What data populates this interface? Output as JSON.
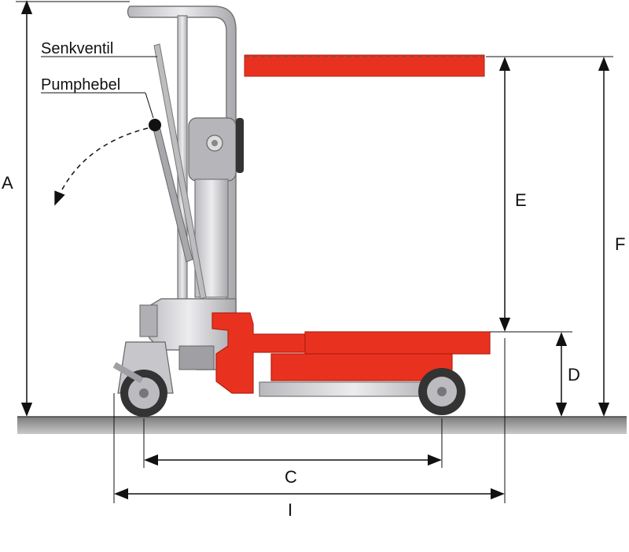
{
  "labels": {
    "lowering_valve": "Senkventil",
    "pump_lever": "Pumphebel"
  },
  "dimensions": {
    "A": "A",
    "C": "C",
    "D": "D",
    "E": "E",
    "F": "F",
    "I": "I"
  },
  "colors": {
    "platform_red": "#e8321f",
    "platform_dark": "#b5200f",
    "frame_gray": "#cfcfd2",
    "frame_dark": "#8a8a8f",
    "floor_gray": "#9a9a9a",
    "line": "#111111"
  }
}
